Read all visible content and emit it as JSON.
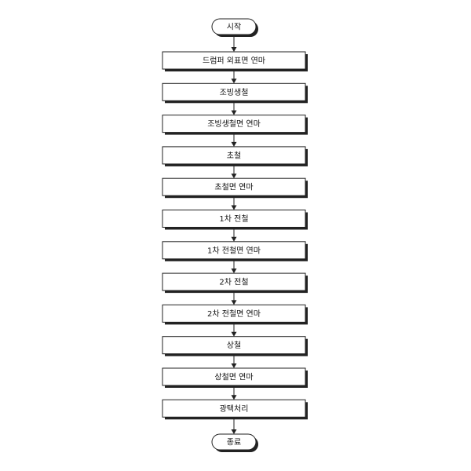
{
  "flowchart": {
    "start_label": "시작",
    "end_label": "종료",
    "steps": [
      "드럼퍼 외표면 연마",
      "조빙생철",
      "조빙생철면 연마",
      "초철",
      "초철면 연마",
      "1차 전철",
      "1차 전철면 연마",
      "2차 전철",
      "2차 전철면 연마",
      "상철",
      "상철면 연마",
      "광택처리"
    ]
  },
  "colors": {
    "line": "#222222",
    "fill": "#ffffff",
    "text": "#111111"
  }
}
